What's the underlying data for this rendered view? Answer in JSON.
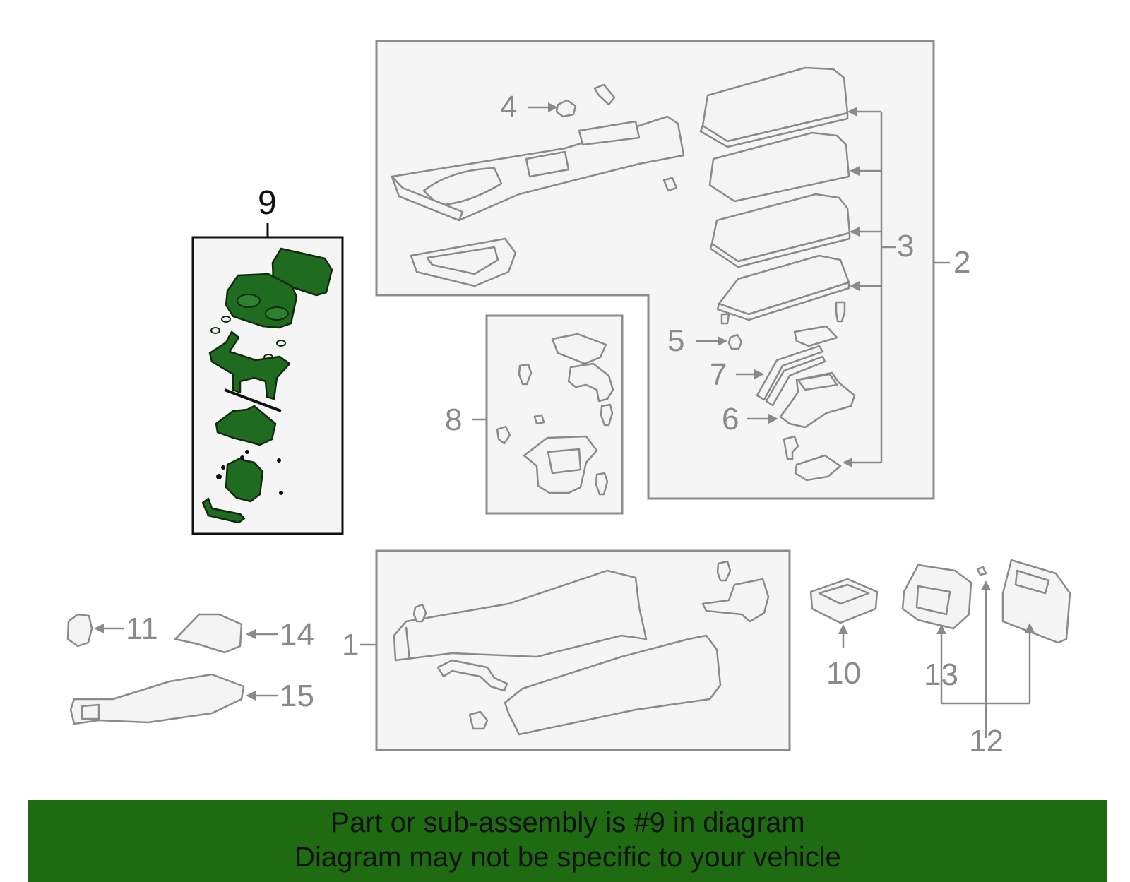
{
  "diagram": {
    "highlight_color": "#1f6b1f",
    "callouts": {
      "c1": "1",
      "c2": "2",
      "c3": "3",
      "c4": "4",
      "c5": "5",
      "c6": "6",
      "c7": "7",
      "c8": "8",
      "c9": "9",
      "c10": "10",
      "c11": "11",
      "c12": "12",
      "c13": "13",
      "c14": "14",
      "c15": "15"
    }
  },
  "banner": {
    "line1": "Part or sub-assembly is #9 in diagram",
    "line2": "Diagram may not be specific to your vehicle",
    "background": "#1f6b12"
  }
}
